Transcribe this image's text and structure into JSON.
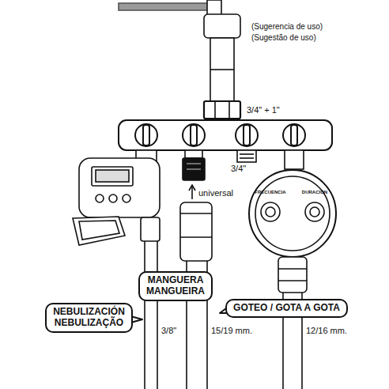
{
  "diagram": {
    "nodes": [
      {
        "text": [
          "MANGUERA MANGUEIRA"
        ]
      },
      {
        "text": [
          "NEBULIZACIÓN NEBULIZAÇÃO"
        ]
      },
      {
        "text": [
          "GOTEO / GOTA A GOTA"
        ]
      }
    ],
    "labels": [
      "(Sugerencia de uso)",
      "(Sugestão de uso)",
      "3/4\" + 1\"",
      "universal",
      "3/4\"",
      "FRECUENCIA",
      "DURACIÓN",
      "3/8\"",
      "15/19 mm.",
      "12/16 mm."
    ]
  }
}
